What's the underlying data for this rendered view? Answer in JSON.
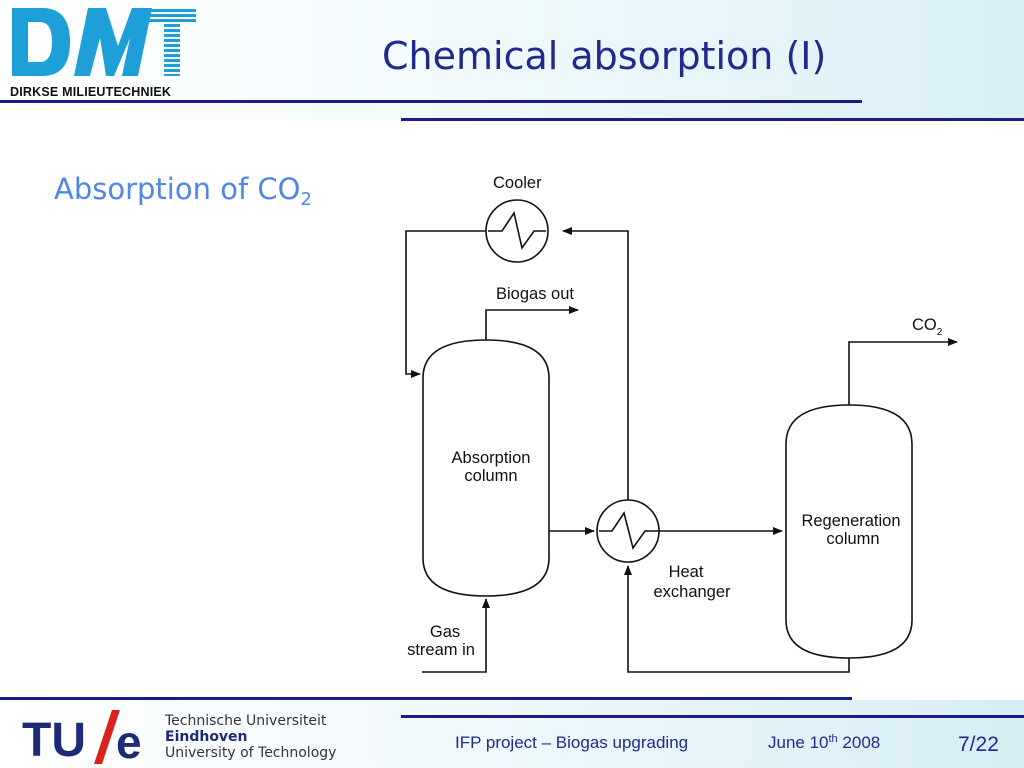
{
  "header": {
    "logo_text": "DMT",
    "logo_subtitle": "DIRKSE MILIEUTECHNIEK",
    "title": "Chemical absorption (I)"
  },
  "subtitle": {
    "text": "Absorption of CO",
    "subscript": "2"
  },
  "diagram": {
    "cooler": "Cooler",
    "biogas_out": "Biogas out",
    "co2": "CO",
    "co2_sub": "2",
    "absorption_line1": "Absorption",
    "absorption_line2": "column",
    "regeneration_line1": "Regeneration",
    "regeneration_line2": "column",
    "heat_line1": "Heat",
    "heat_line2": "exchanger",
    "gas_line1": "Gas",
    "gas_line2": "stream in"
  },
  "footer": {
    "tue_logo": "TU/e",
    "tue_line1": "Technische Universiteit",
    "tue_line2": "Eindhoven",
    "tue_line3": "University of Technology",
    "project": "IFP project – Biogas upgrading",
    "date_prefix": "June 10",
    "date_sup": "th",
    "date_suffix": " 2008",
    "page": "7/22"
  },
  "colors": {
    "title": "#1f2a8f",
    "subtitle": "#4f86e8",
    "rule": "#1b1b8c",
    "logo_blue": "#1e9fd8"
  }
}
